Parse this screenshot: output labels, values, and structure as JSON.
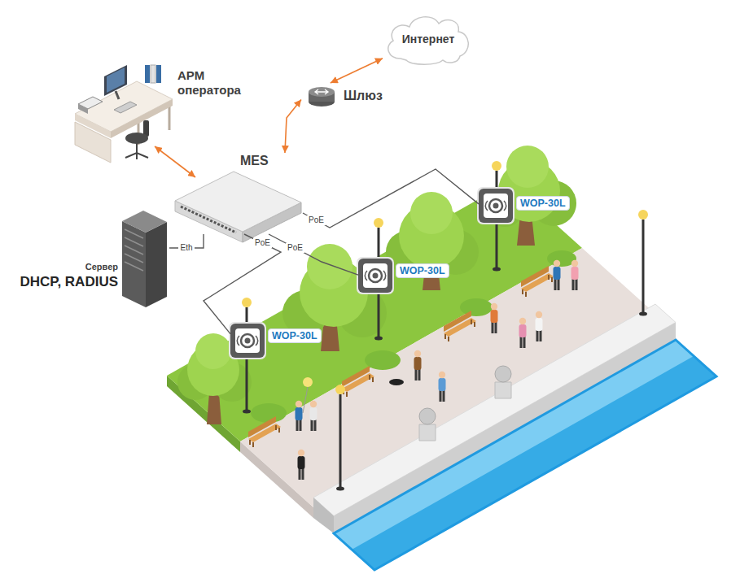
{
  "diagram": {
    "nodes": [
      {
        "text": [
          "Интернет"
        ]
      },
      {
        "text": [
          "Шлюз"
        ]
      },
      {
        "text": [
          "АРМ оператора"
        ]
      },
      {
        "text": [
          "MES"
        ]
      },
      {
        "text": [
          "Сервер",
          "DHCP, RADIUS"
        ]
      },
      {
        "text": [
          "WOP-30L"
        ]
      },
      {
        "text": [
          "WOP-30L"
        ]
      },
      {
        "text": [
          "WOP-30L"
        ]
      }
    ],
    "edges": [
      {
        "from": 2,
        "to": 3,
        "arrow": "both"
      },
      {
        "from": 3,
        "to": 1,
        "arrow": "both"
      },
      {
        "from": 1,
        "to": 0,
        "arrow": "both"
      },
      {
        "from": 3,
        "to": 4,
        "label": "Eth",
        "arrow": "none"
      },
      {
        "from": 3,
        "to": 5,
        "label": "PoE",
        "arrow": "none"
      },
      {
        "from": 3,
        "to": 6,
        "label": "PoE",
        "arrow": "none"
      },
      {
        "from": 3,
        "to": 7,
        "label": "PoE",
        "arrow": "none"
      }
    ]
  }
}
